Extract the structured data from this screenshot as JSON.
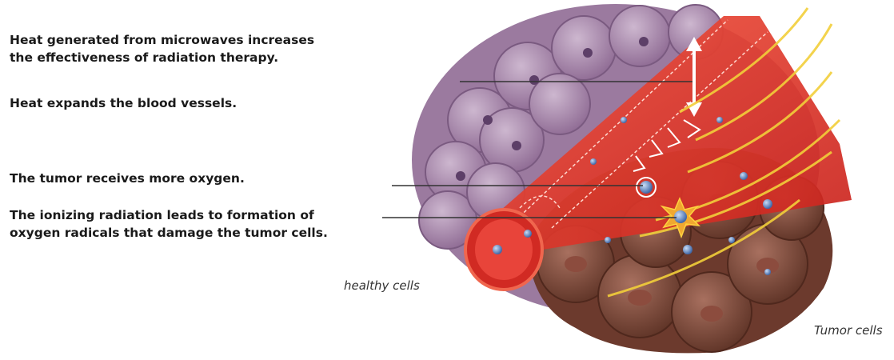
{
  "captions": {
    "heat_line1": "Heat generated from microwaves increases",
    "heat_line2": "the effectiveness of radiation therapy.",
    "expand": "Heat expands the blood vessels.",
    "oxygen": "The tumor receives more oxygen.",
    "radiation_line1": "The ionizing radiation leads to formation of",
    "radiation_line2": "oxygen radicals that damage the tumor cells."
  },
  "labels": {
    "healthy": "healthy cells",
    "tumor": "Tumor cells"
  },
  "colors": {
    "healthy_cell": "#8e6a93",
    "tumor_cell": "#7c4a3c",
    "vessel": "#e0322b",
    "radiation_beam": "#f2cf3a",
    "oxygen_molecule": "#5b7fb5",
    "radical_burst": "#f0a830"
  },
  "icons": {
    "expansion_arrow": "double-headed-arrow-icon",
    "oxygen_flow": "hollow-arrow-icon",
    "radical": "starburst-icon"
  }
}
